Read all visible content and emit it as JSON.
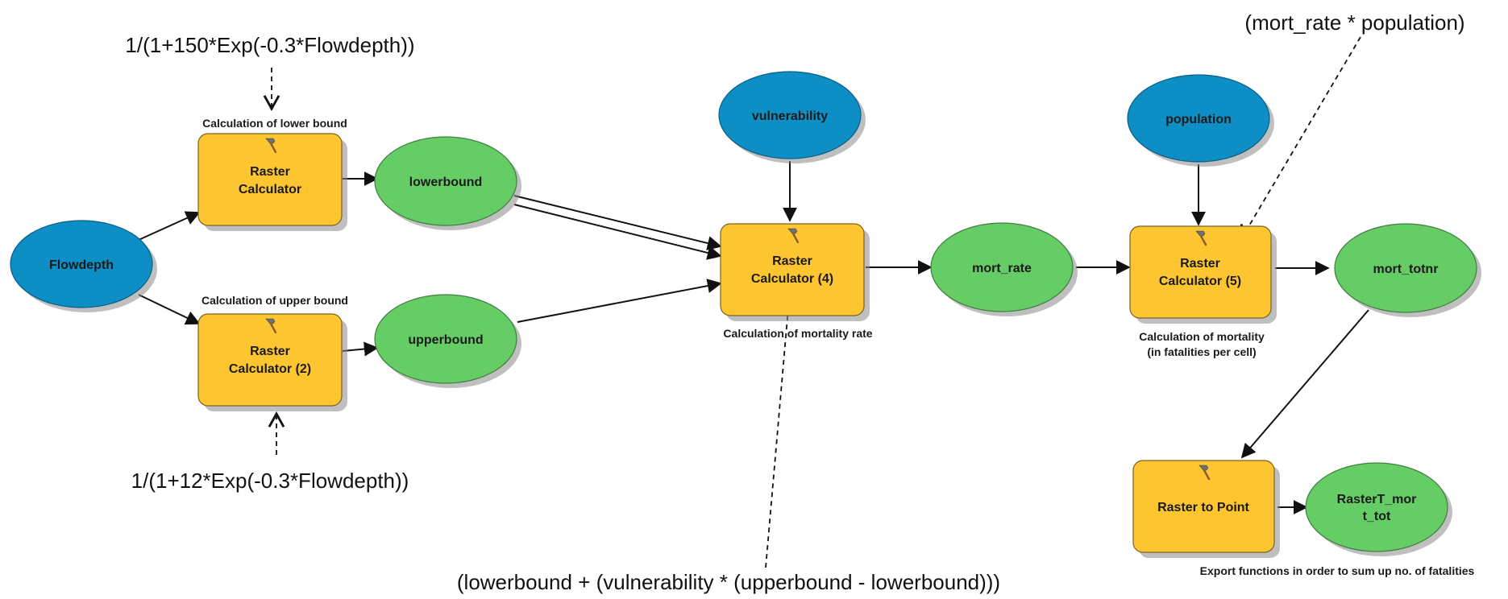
{
  "nodes": {
    "flowdepth": {
      "label": "Flowdepth"
    },
    "vulnerability": {
      "label": "vulnerability"
    },
    "population": {
      "label": "population"
    },
    "rc1": {
      "line1": "Raster",
      "line2": "Calculator"
    },
    "rc2": {
      "line1": "Raster",
      "line2": "Calculator (2)"
    },
    "rc4": {
      "line1": "Raster",
      "line2": "Calculator (4)"
    },
    "rc5": {
      "line1": "Raster",
      "line2": "Calculator (5)"
    },
    "r2p": {
      "label": "Raster to Point"
    },
    "lowerbound": {
      "label": "lowerbound"
    },
    "upperbound": {
      "label": "upperbound"
    },
    "mort_rate": {
      "label": "mort_rate"
    },
    "mort_totnr": {
      "label": "mort_totnr"
    },
    "rastert": {
      "line1": "RasterT_mor",
      "line2": "t_tot"
    }
  },
  "captions": {
    "lower": "Calculation of lower bound",
    "upper": "Calculation of upper bound",
    "mortality_rate": "Calculation of mortality rate",
    "mortality_line1": "Calculation of mortality",
    "mortality_line2": "(in fatalities per cell)",
    "export": "Export functions in order to sum up no. of fatalities"
  },
  "formulas": {
    "lower": "1/(1+150*Exp(-0.3*Flowdepth))",
    "upper": "1/(1+12*Exp(-0.3*Flowdepth))",
    "rate": "(lowerbound + (vulnerability * (upperbound - lowerbound)))",
    "total": "(mort_rate * population)"
  },
  "colors": {
    "tool": "#fdc52f",
    "derived_data": "#66cc66",
    "input_data": "#0d8fc6"
  },
  "icons": {
    "tool": "hammer-icon"
  }
}
